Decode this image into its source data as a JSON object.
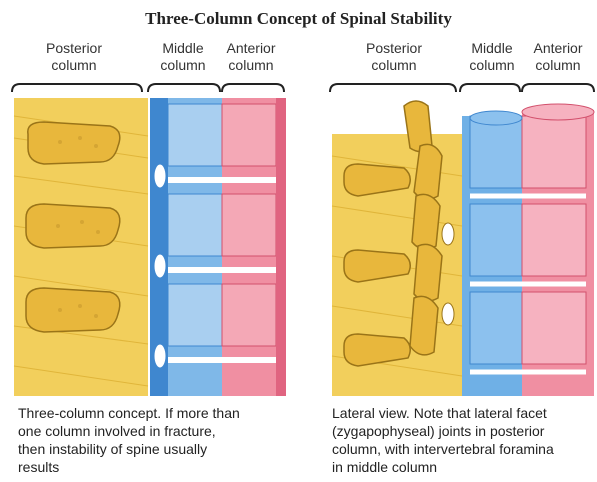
{
  "title": "Three-Column Concept of Spinal Stability",
  "left_panel": {
    "labels": {
      "posterior": [
        "Posterior",
        "column"
      ],
      "middle": [
        "Middle",
        "column"
      ],
      "anterior": [
        "Anterior",
        "column"
      ]
    },
    "caption": [
      "Three-column concept. If more than",
      "one column involved in fracture,",
      "then instability of spine usually",
      "results"
    ]
  },
  "right_panel": {
    "labels": {
      "posterior": [
        "Posterior",
        "column"
      ],
      "middle": [
        "Middle",
        "column"
      ],
      "anterior": [
        "Anterior",
        "column"
      ]
    },
    "caption": [
      "Lateral view. Note that lateral facet",
      "(zygapophyseal) joints in posterior",
      "column, with intervertebral foramina",
      "in middle column"
    ]
  },
  "colors": {
    "posterior": "#f2cf5c",
    "middle": "#5aa6e0",
    "anterior": "#ee6d86",
    "bone_outline": "#9a7418"
  }
}
